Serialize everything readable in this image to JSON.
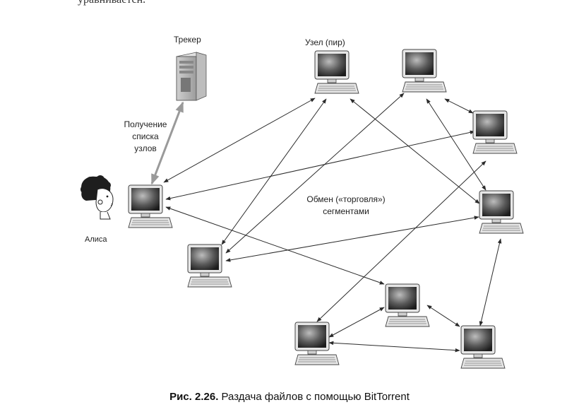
{
  "page_top_fragment": "уравниваетсн.",
  "labels": {
    "tracker": "Трекер",
    "peer": "Узел (пир)",
    "get_list_1": "Получение",
    "get_list_2": "списка",
    "get_list_3": "узлов",
    "alice": "Алиса",
    "exchange_1": "Обмен («торговля»)",
    "exchange_2": "сегментами"
  },
  "caption": {
    "number": "Рис. 2.26.",
    "text": "Раздача файлов с помощью BitTorrent"
  },
  "colors": {
    "line": "#2b2b2b",
    "tracker_arrow": "#9a9a9a",
    "computer_body": "#e4e4e4",
    "screen_dark": "#2a2a2a"
  }
}
